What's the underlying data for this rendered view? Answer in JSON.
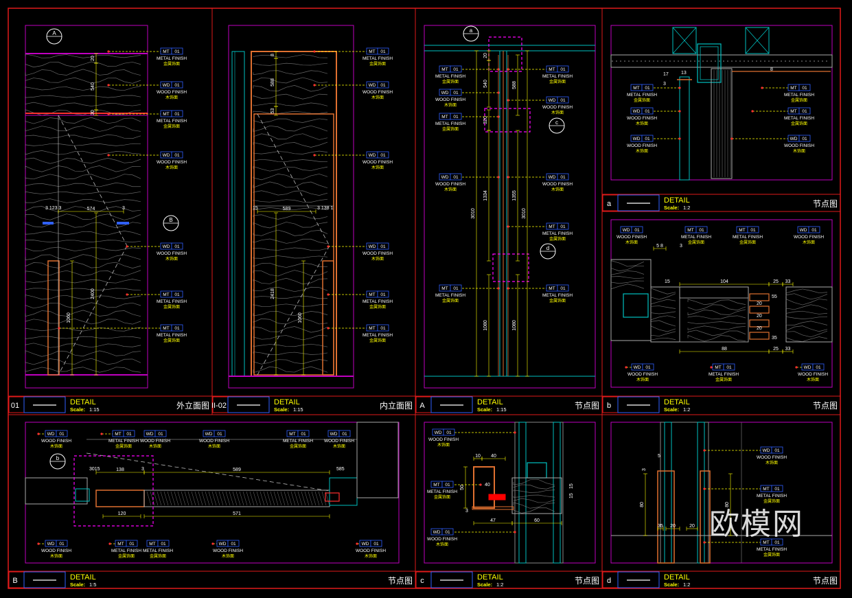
{
  "colors": {
    "frame": "#e01a1a",
    "panel": "#c000c0",
    "wood": "#8a8a8a",
    "metal": "#e07030",
    "leader": "#ffff00",
    "tag": "#3060ff",
    "dim": "#ffff00",
    "cyan": "#00c0c0"
  },
  "tags": {
    "mt_code": "MT",
    "mt_num": "01",
    "mt_name": "METAL FINISH",
    "mt_cn": "金属饰面",
    "wd_code": "WD",
    "wd_num": "01",
    "wd_name": "WOOD FINISH",
    "wd_cn": "木饰面"
  },
  "title_common": {
    "detail": "DETAIL",
    "scale_prefix": "Scale:"
  },
  "panels": [
    {
      "id": "01",
      "tag": "01",
      "scale": "1:15",
      "title_cn": "外立面图",
      "dims": [
        "20",
        "540",
        "30",
        "3 123 3",
        "574",
        "3",
        "2400",
        "1060"
      ],
      "markers": [
        "A",
        "B"
      ]
    },
    {
      "id": "02",
      "tag": "II-02",
      "scale": "1:15",
      "title_cn": "内立面图",
      "dims": [
        "8",
        "588",
        "53",
        "15",
        "589",
        "3 138 1",
        "2418",
        "1060"
      ]
    },
    {
      "id": "A",
      "tag": "A",
      "scale": "1:15",
      "title_cn": "节点图",
      "dims": [
        "20",
        "540",
        "320",
        "1334",
        "3010",
        "1080",
        "588",
        "1355",
        "3010",
        "1080"
      ],
      "markers": [
        "a",
        "c",
        "d"
      ]
    },
    {
      "id": "a",
      "tag": "a",
      "scale": "1:2",
      "title_cn": "节点图",
      "dims": [
        "17",
        "13",
        "8",
        "3"
      ]
    },
    {
      "id": "b",
      "tag": "b",
      "scale": "1:2",
      "title_cn": "节点图",
      "dims": [
        "5 8",
        "3",
        "15",
        "104",
        "25",
        "33",
        "55",
        "20",
        "20",
        "20",
        "35",
        "88",
        "25",
        "33"
      ]
    },
    {
      "id": "B",
      "tag": "B",
      "scale": "1:5",
      "title_cn": "节点图",
      "dims": [
        "3015",
        "138",
        "3",
        "589",
        "585",
        "120",
        "571"
      ],
      "markers": [
        "b"
      ]
    },
    {
      "id": "c",
      "tag": "c",
      "scale": "1:2",
      "title_cn": "节点图",
      "dims": [
        "10",
        "40",
        "50",
        "40",
        "3",
        "47",
        "60",
        "15",
        "15"
      ]
    },
    {
      "id": "d",
      "tag": "d",
      "scale": "1:2",
      "title_cn": "节点图",
      "dims": [
        "5",
        "3",
        "80",
        "35",
        "20",
        "20",
        "80"
      ]
    }
  ],
  "watermark_text": "欧模网"
}
